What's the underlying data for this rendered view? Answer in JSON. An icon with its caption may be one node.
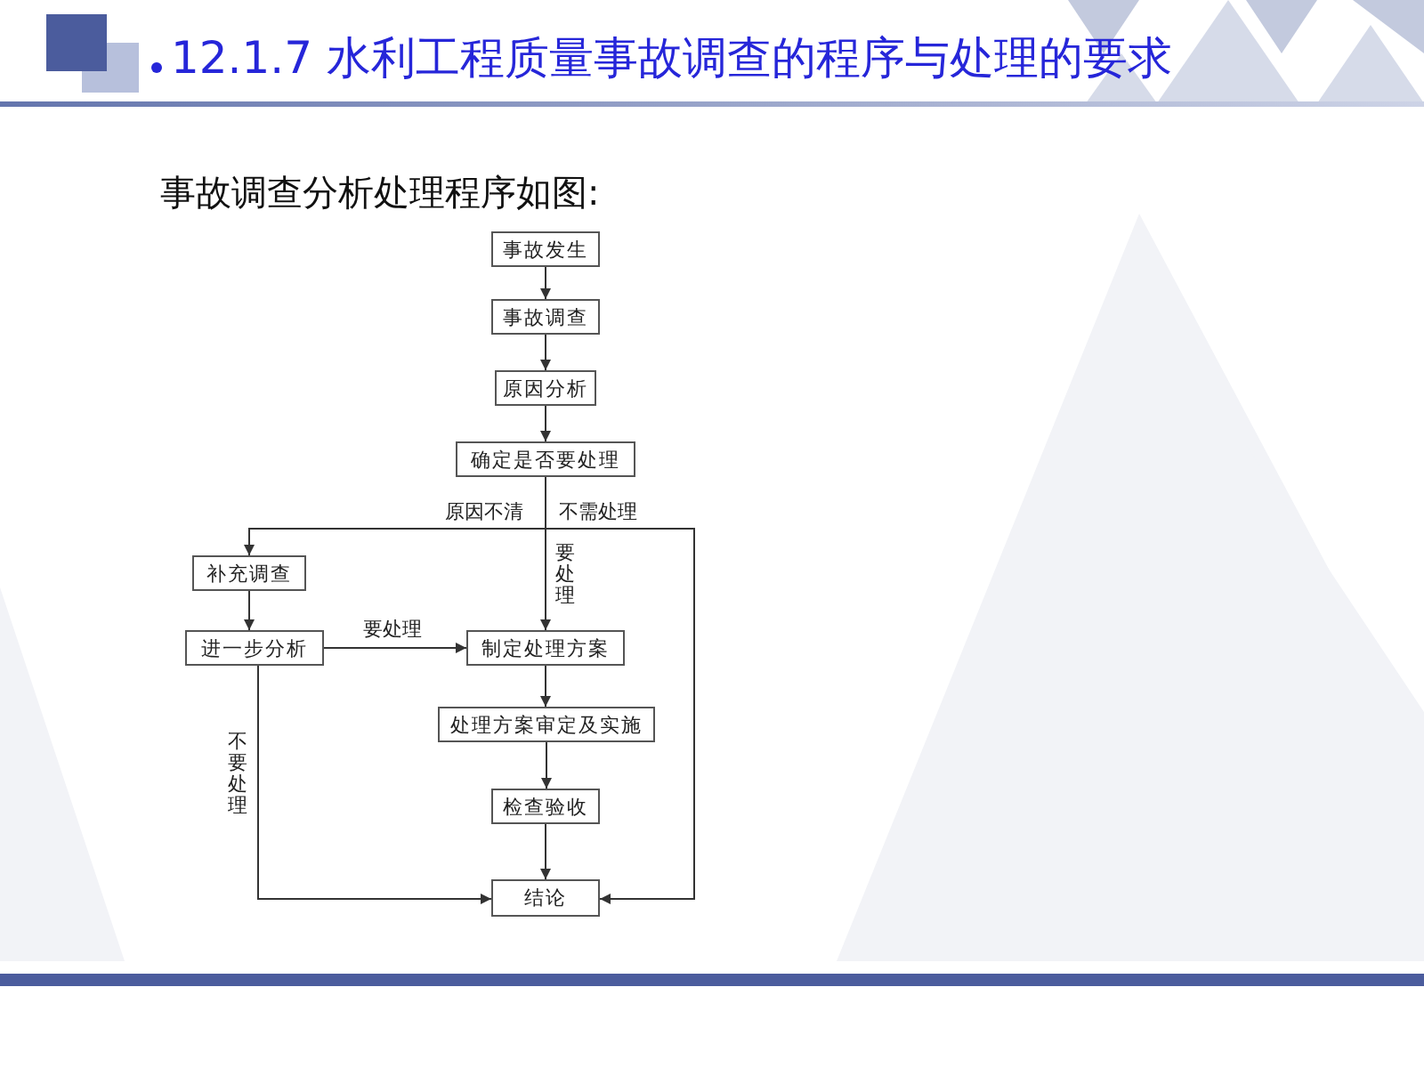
{
  "diagram": {
    "title": "12.1.7 水利工程质量事故调查的程序与处理的要求",
    "nodes": [
      {
        "text": [
          "事故发生"
        ]
      },
      {
        "text": [
          "事故调查"
        ]
      },
      {
        "text": [
          "原因分析"
        ]
      },
      {
        "text": [
          "确定是否要处理"
        ]
      },
      {
        "text": [
          "补充调查"
        ]
      },
      {
        "text": [
          "进一步分析"
        ]
      },
      {
        "text": [
          "制定处理方案"
        ]
      },
      {
        "text": [
          "处理方案审定及实施"
        ]
      },
      {
        "text": [
          "检查验收"
        ]
      },
      {
        "text": [
          "结论"
        ]
      }
    ],
    "edges": [
      {
        "from": 0,
        "to": 1,
        "arrow": "to"
      },
      {
        "from": 1,
        "to": 2,
        "arrow": "to"
      },
      {
        "from": 2,
        "to": 3,
        "arrow": "to"
      },
      {
        "from": 3,
        "to": 4,
        "arrow": "to",
        "label": "原因不清"
      },
      {
        "from": 3,
        "to": 6,
        "arrow": "to",
        "label": "要处理"
      },
      {
        "from": 3,
        "to": 9,
        "arrow": "to",
        "label": "不需处理"
      },
      {
        "from": 4,
        "to": 5,
        "arrow": "to"
      },
      {
        "from": 5,
        "to": 6,
        "arrow": "to",
        "label": "要处理"
      },
      {
        "from": 5,
        "to": 9,
        "arrow": "to",
        "label": "不要处理"
      },
      {
        "from": 6,
        "to": 7,
        "arrow": "to"
      },
      {
        "from": 7,
        "to": 8,
        "arrow": "to"
      },
      {
        "from": 8,
        "to": 9,
        "arrow": "to"
      }
    ],
    "labels": [
      "事故调查分析处理程序如图:"
    ]
  }
}
